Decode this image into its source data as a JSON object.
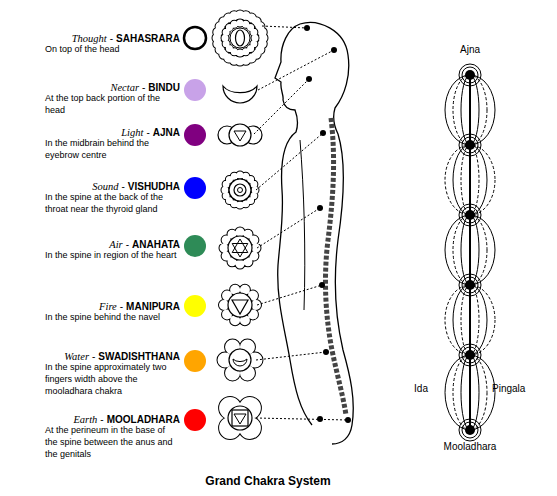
{
  "diagram": {
    "caption": "Grand Chakra System",
    "labels": [
      "Thought",
      "-",
      "SAHASRARA",
      "On top of the head",
      "Nectar",
      "-",
      "BINDU",
      "At the top back portion of the head",
      "Light",
      "-",
      "AJNA",
      "In the midbrain behind the eyebrow centre",
      "Sound",
      "-",
      "VISHUDHA",
      "In the spine at the back of the throat near the thyroid gland",
      "Air",
      "-",
      "ANAHATA",
      "In the spine in region of the heart",
      "Fire",
      "-",
      "MANIPURA",
      "In the spine behind the navel",
      "Water",
      "-",
      "SWADISHTHANA",
      "In the spine approximately two fingers width above the mooladhara chakra",
      "Earth",
      "-",
      "MOOLADHARA",
      "At the perineum in the base of the spine between the anus and the genitals",
      "Ajna",
      "Ida",
      "Pingala",
      "Mooladhara"
    ]
  }
}
